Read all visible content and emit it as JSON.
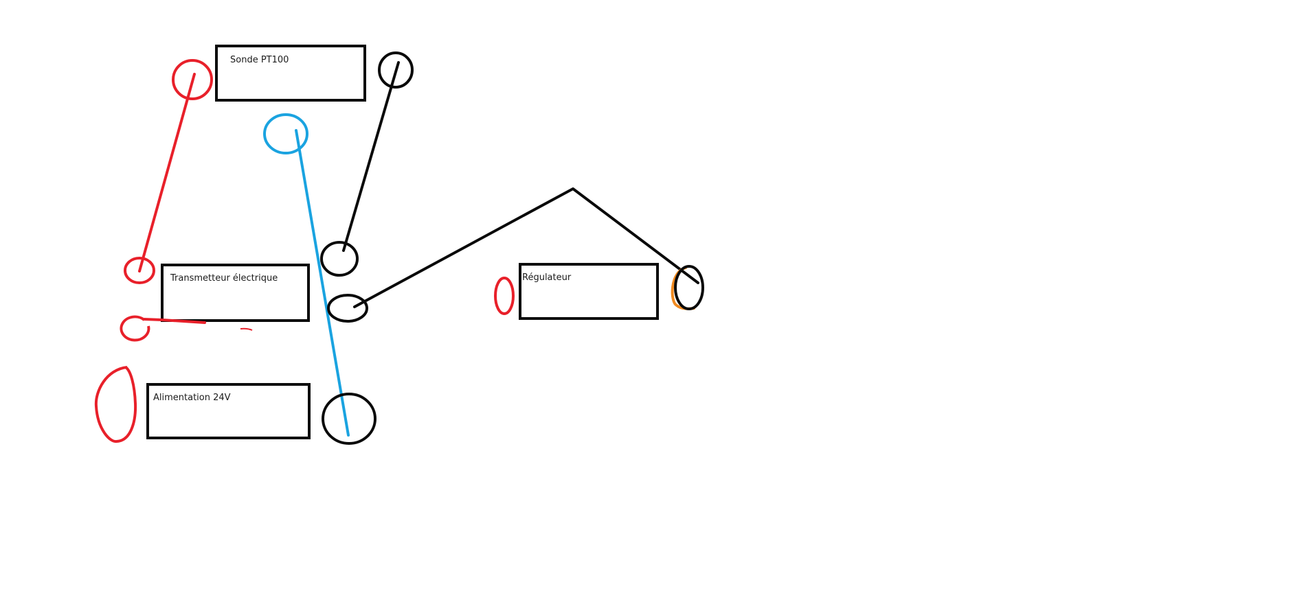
{
  "diagram": {
    "boxes": [
      {
        "id": "sonde",
        "label": "Sonde  PT100"
      },
      {
        "id": "transmetteur",
        "label": "Transmetteur électrique"
      },
      {
        "id": "alimentation",
        "label": "Alimentation 24V"
      },
      {
        "id": "regulateur",
        "label": "Régulateur"
      }
    ],
    "colors": {
      "red": "#e8202a",
      "blue": "#1aa3e0",
      "black": "#0a0a0a",
      "orange": "#f08a20"
    }
  }
}
